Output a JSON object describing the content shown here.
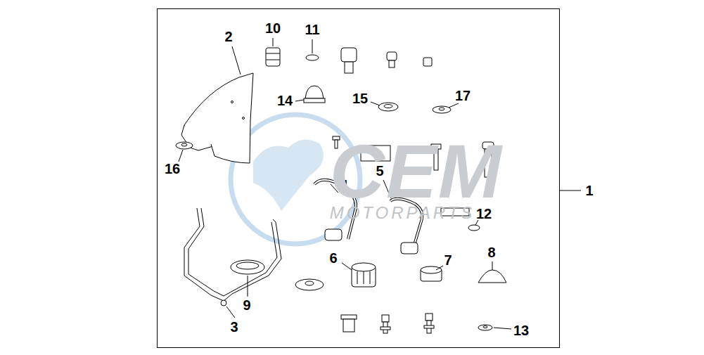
{
  "diagram": {
    "labels": [
      "10",
      "11",
      "2",
      "14",
      "15",
      "17",
      "16",
      "4",
      "5",
      "12",
      "6",
      "7",
      "8",
      "9",
      "3",
      "13",
      "1",
      "CEM",
      "MOTORPARTS"
    ]
  }
}
